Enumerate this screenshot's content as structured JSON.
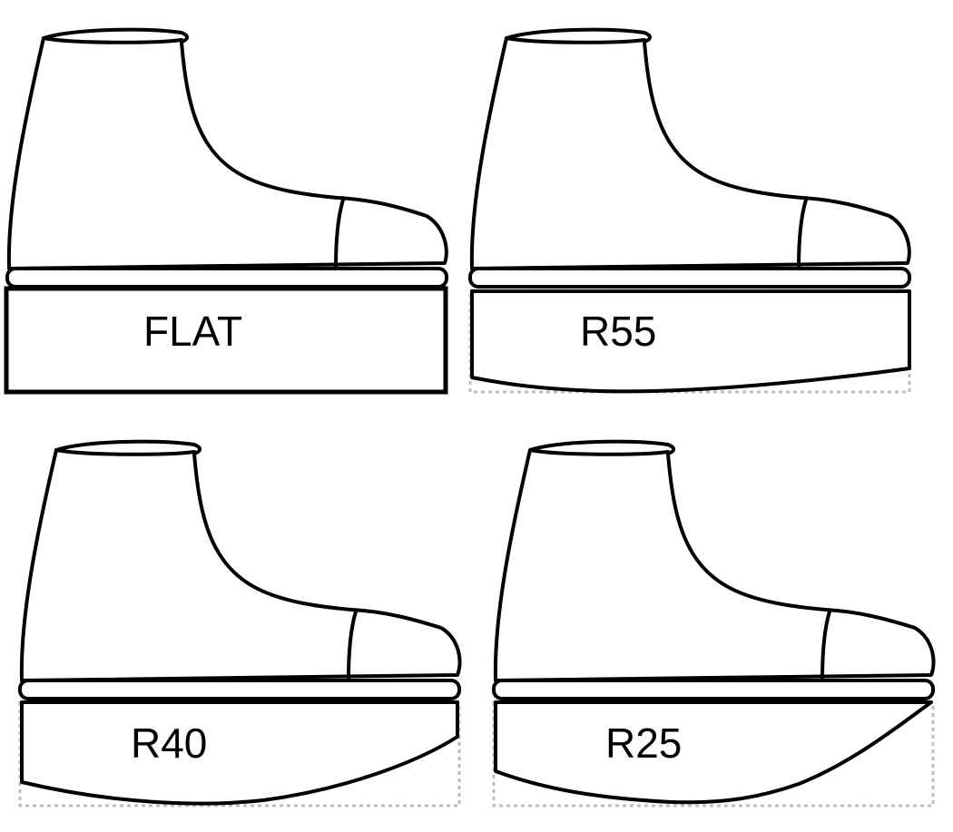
{
  "shoes": [
    {
      "id": "flat",
      "label": "FLAT"
    },
    {
      "id": "r55",
      "label": "R55"
    },
    {
      "id": "r40",
      "label": "R40"
    },
    {
      "id": "r25",
      "label": "R25"
    }
  ]
}
